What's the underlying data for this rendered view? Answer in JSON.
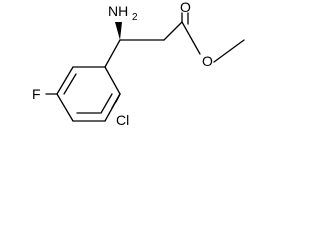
{
  "structure": {
    "atom_labels": {
      "amine_n": "NH",
      "amine_h_count": "2",
      "carbonyl_o": "O",
      "ester_o": "O",
      "fluorine": "F",
      "chlorine": "Cl"
    }
  },
  "colors": {
    "bond": "#000000",
    "label": "#000000",
    "background": "#ffffff"
  }
}
